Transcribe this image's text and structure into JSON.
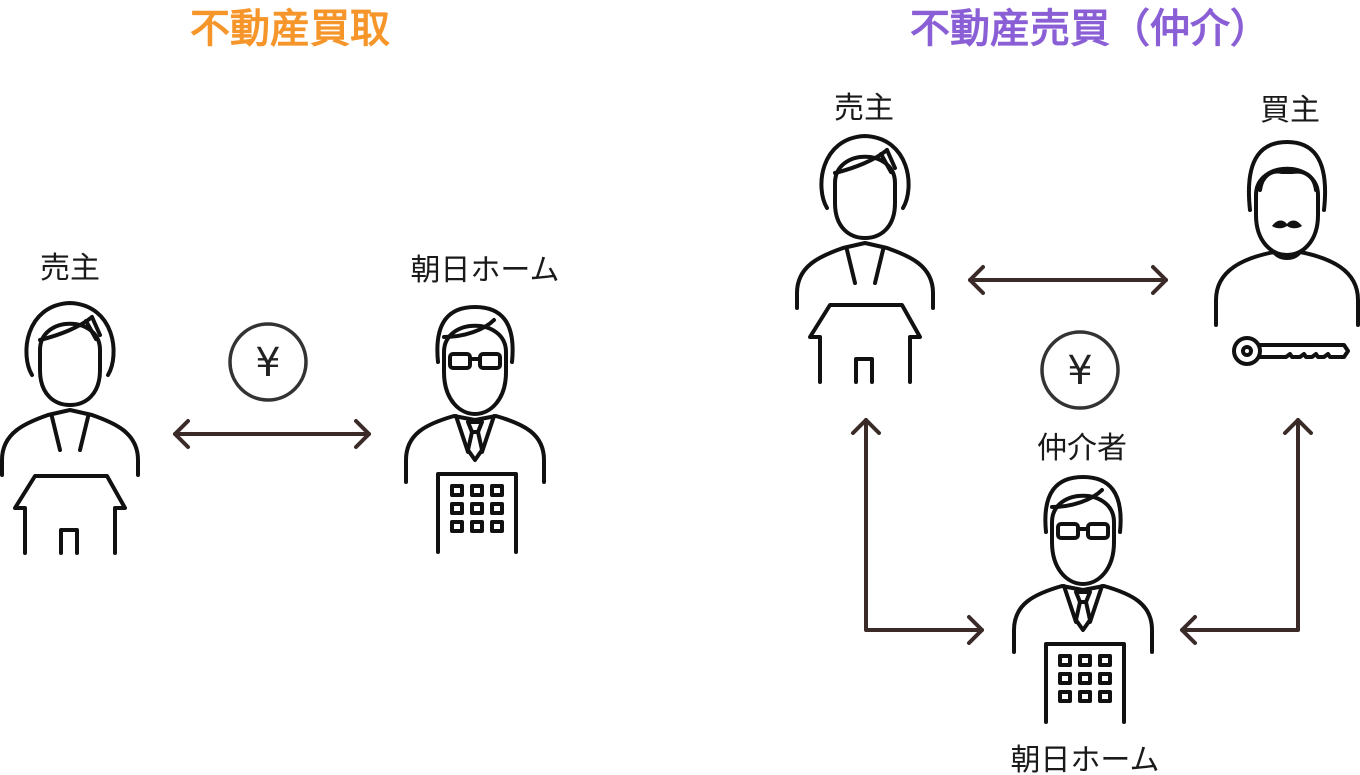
{
  "colors": {
    "buy_title": "#f5952a",
    "brokerage_title": "#8a5fd6",
    "line": "#111111",
    "arrow": "#3a2a28"
  },
  "left_panel": {
    "title": "不動産買取",
    "seller_label": "売主",
    "company_label": "朝日ホーム",
    "yen_symbol": "¥"
  },
  "right_panel": {
    "title": "不動産売買（仲介）",
    "seller_label": "売主",
    "buyer_label": "買主",
    "broker_label": "仲介者",
    "company_label": "朝日ホーム",
    "yen_symbol": "¥"
  },
  "icons": [
    "seller-woman-icon",
    "house-icon",
    "businessman-icon",
    "building-icon",
    "yen-coin-icon",
    "buyer-man-icon",
    "key-icon"
  ]
}
